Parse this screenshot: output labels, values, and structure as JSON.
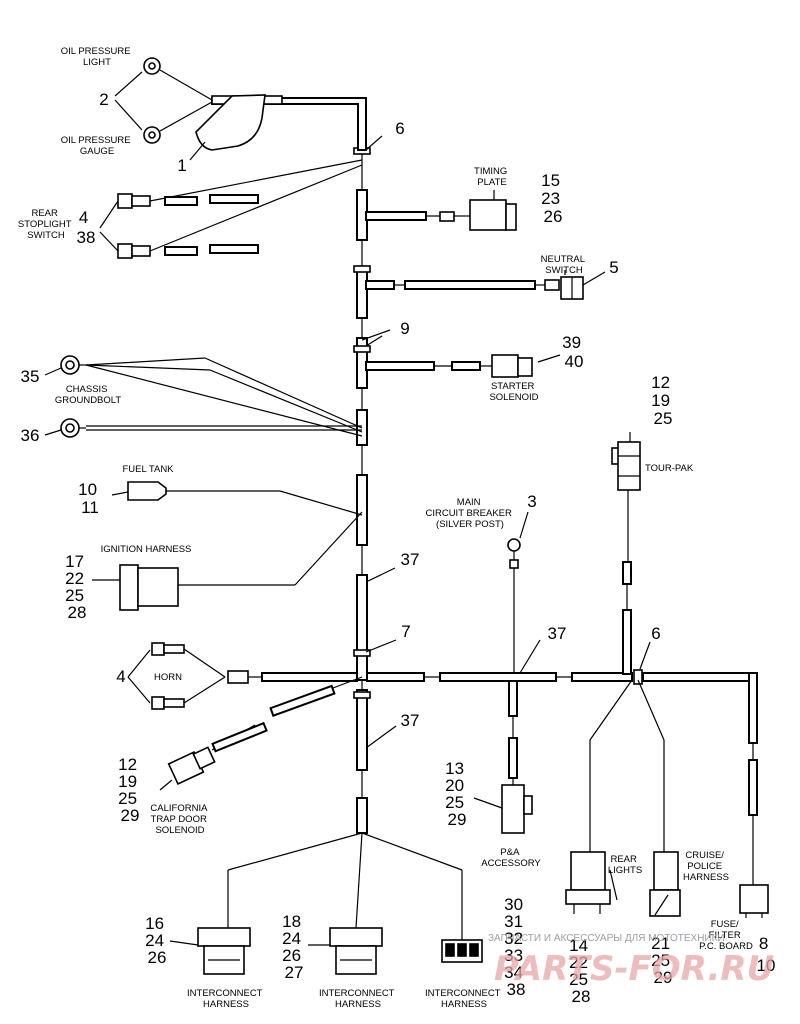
{
  "labels": {
    "oil_pressure_light": [
      "OIL PRESSURE",
      "LIGHT"
    ],
    "oil_pressure_gauge": [
      "OIL PRESSURE",
      "GAUGE"
    ],
    "rear_stoplight_switch": [
      "REAR",
      "STOPLIGHT",
      "SWITCH"
    ],
    "timing_plate": [
      "TIMING",
      "PLATE"
    ],
    "neutral_switch": [
      "NEUTRAL",
      "SWITCH"
    ],
    "starter_solenoid": [
      "STARTER",
      "SOLENOID"
    ],
    "chassis_groundbolt": [
      "CHASSIS",
      "GROUNDBOLT"
    ],
    "fuel_tank": [
      "FUEL TANK"
    ],
    "ignition_harness": [
      "IGNITION HARNESS"
    ],
    "main_circuit_breaker": [
      "MAIN",
      "CIRCUIT BREAKER",
      "(SILVER POST)"
    ],
    "tour_pak": [
      "TOUR-PAK"
    ],
    "horn": [
      "HORN"
    ],
    "california_trap_door_solenoid": [
      "CALIFORNIA",
      "TRAP DOOR",
      "SOLENOID"
    ],
    "pa_accessory": [
      "P&A",
      "ACCESSORY"
    ],
    "rear_lights": [
      "REAR",
      "LIGHTS"
    ],
    "cruise_police_harness": [
      "CRUISE/",
      "POLICE",
      "HARNESS"
    ],
    "fuse_filter_pc_board": [
      "FUSE/",
      "FILTER",
      "P.C. BOARD"
    ],
    "interconnect_harness_1": [
      "INTERCONNECT",
      "HARNESS"
    ],
    "interconnect_harness_2": [
      "INTERCONNECT",
      "HARNESS"
    ],
    "interconnect_harness_3": [
      "INTERCONNECT",
      "HARNESS"
    ]
  },
  "callouts": {
    "oil_pressure": [
      "2"
    ],
    "indicator_bracket": [
      "1"
    ],
    "junction_top": [
      "6"
    ],
    "rear_stoplight": [
      "4",
      "38"
    ],
    "timing_plate": [
      "15",
      "23",
      "26"
    ],
    "neutral_switch": [
      "5"
    ],
    "junction_mid": [
      "9"
    ],
    "starter": [
      "39",
      "40"
    ],
    "ground_35": [
      "35"
    ],
    "ground_36": [
      "36"
    ],
    "tour_pak": [
      "12",
      "19",
      "25"
    ],
    "fuel_tank": [
      "10",
      "11"
    ],
    "circuit_breaker": [
      "3"
    ],
    "ignition": [
      "17",
      "22",
      "25",
      "28"
    ],
    "trunk_37_a": [
      "37"
    ],
    "junction_center": [
      "7"
    ],
    "trunk_37_b": [
      "37"
    ],
    "junction_right": [
      "6"
    ],
    "horn": [
      "4"
    ],
    "trunk_37_c": [
      "37"
    ],
    "california": [
      "12",
      "19",
      "25",
      "29"
    ],
    "pa_accessory": [
      "13",
      "20",
      "25",
      "29"
    ],
    "interconnect_1": [
      "16",
      "24",
      "26"
    ],
    "interconnect_2": [
      "18",
      "24",
      "26",
      "27"
    ],
    "interconnect_3": [
      "30",
      "31",
      "32",
      "33",
      "34",
      "38"
    ],
    "rear_lights": [
      "14",
      "22",
      "25",
      "28"
    ],
    "cruise": [
      "21",
      "25",
      "29"
    ],
    "fuse_board": [
      "8",
      "10"
    ]
  },
  "watermark": {
    "text": "ЗАПЧАСТИ И АКСЕССУАРЫ ДЛЯ МОТОТЕХНИКИ",
    "logo": "PARTS-FOR.RU"
  }
}
